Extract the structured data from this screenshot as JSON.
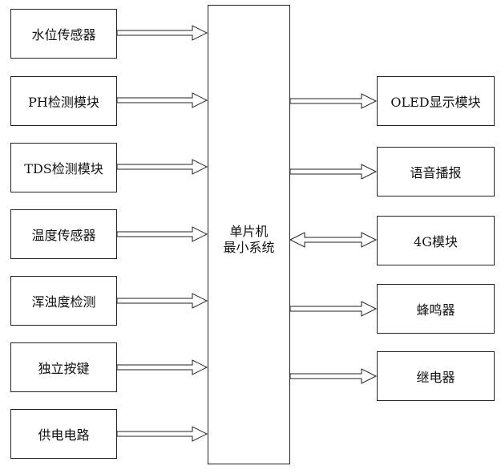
{
  "inputs": [
    {
      "label": "水位传感器"
    },
    {
      "label": "PH检测模块"
    },
    {
      "label": "TDS检测模块"
    },
    {
      "label": "温度传感器"
    },
    {
      "label": "浑浊度检测"
    },
    {
      "label": "独立按键"
    },
    {
      "label": "供电电路"
    }
  ],
  "mcu": {
    "line1": "单片机",
    "line2": "最小系统"
  },
  "outputs": [
    {
      "label": "OLED显示模块",
      "bidirectional": false
    },
    {
      "label": "语音播报",
      "bidirectional": false
    },
    {
      "label": "4G模块",
      "bidirectional": true
    },
    {
      "label": "蜂鸣器",
      "bidirectional": false
    },
    {
      "label": "继电器",
      "bidirectional": false
    }
  ]
}
